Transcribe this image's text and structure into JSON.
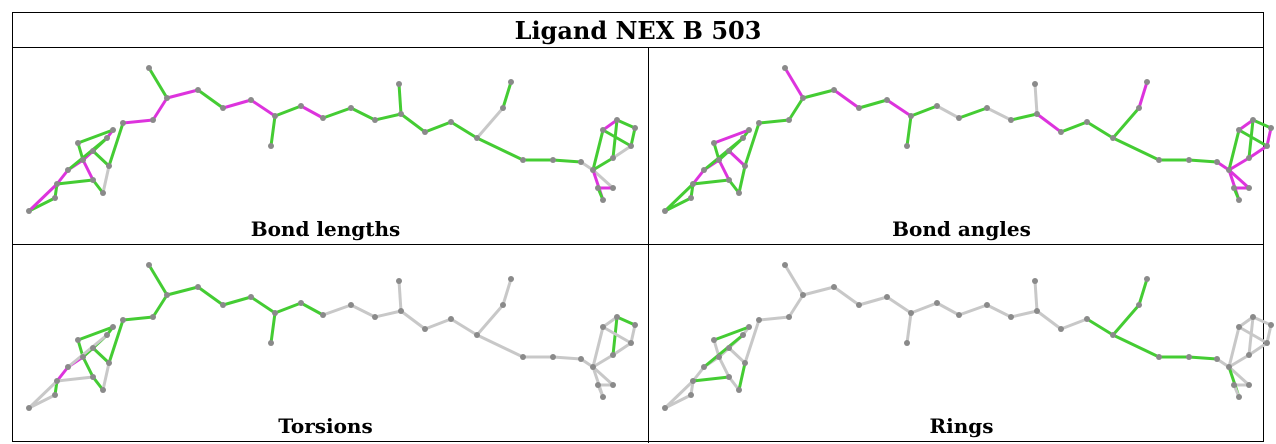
{
  "title": "Ligand NEX B 503",
  "colors": {
    "good": "#44cc33",
    "outlier": "#dd33dd",
    "neutral": "#c8c8c8",
    "atom": "#8a8a8a"
  },
  "panels": [
    {
      "label": "Bond lengths",
      "bonds": [
        "g",
        "g",
        "m",
        "m",
        "g",
        "m",
        "g",
        "m",
        "m",
        "g",
        "g",
        "g",
        "m",
        "m",
        "g",
        "m",
        "g",
        "m",
        "m",
        "g",
        "g",
        "m",
        "g",
        "g",
        "g",
        "g",
        "g",
        "g",
        "g",
        "n",
        "g",
        "g",
        "g",
        "g",
        "n",
        "g",
        "n",
        "g",
        "g",
        "m",
        "g",
        "n",
        "m",
        "m",
        "g",
        "n",
        "g",
        "g",
        "g",
        "g",
        "g",
        "m"
      ]
    },
    {
      "label": "Bond angles",
      "bonds": [
        "g",
        "g",
        "m",
        "m",
        "g",
        "g",
        "g",
        "g",
        "m",
        "g",
        "m",
        "g",
        "g",
        "g",
        "m",
        "g",
        "m",
        "g",
        "m",
        "g",
        "g",
        "n",
        "g",
        "n",
        "g",
        "n",
        "m",
        "g",
        "g",
        "g",
        "g",
        "m",
        "g",
        "g",
        "m",
        "m",
        "m",
        "m",
        "g",
        "m",
        "g",
        "m",
        "m",
        "m",
        "g",
        "g",
        "m",
        "g",
        "g",
        "g",
        "g",
        "g"
      ]
    },
    {
      "label": "Torsions",
      "bonds": [
        "n",
        "g",
        "m",
        "m",
        "g",
        "g",
        "g",
        "g",
        "g",
        "g",
        "g",
        "g",
        "g",
        "g",
        "g",
        "g",
        "g",
        "g",
        "g",
        "g",
        "g",
        "g",
        "n",
        "n",
        "n",
        "n",
        "n",
        "n",
        "n",
        "n",
        "n",
        "n",
        "n",
        "n",
        "n",
        "n",
        "n",
        "n",
        "g",
        "n",
        "n",
        "n",
        "n",
        "n",
        "n",
        "n",
        "g",
        "n",
        "g",
        "n",
        "n",
        "n"
      ]
    },
    {
      "label": "Rings",
      "bonds": [
        "n",
        "n",
        "n",
        "n",
        "n",
        "n",
        "n",
        "n",
        "n",
        "n",
        "n",
        "n",
        "n",
        "n",
        "n",
        "n",
        "n",
        "n",
        "n",
        "n",
        "n",
        "n",
        "n",
        "n",
        "n",
        "n",
        "n",
        "n",
        "g",
        "g",
        "g",
        "g",
        "g",
        "g",
        "n",
        "n",
        "n",
        "n",
        "n",
        "n",
        "n",
        "n",
        "n",
        "g",
        "g",
        "g",
        "g",
        "g",
        "n",
        "n",
        "n",
        "n"
      ]
    }
  ]
}
